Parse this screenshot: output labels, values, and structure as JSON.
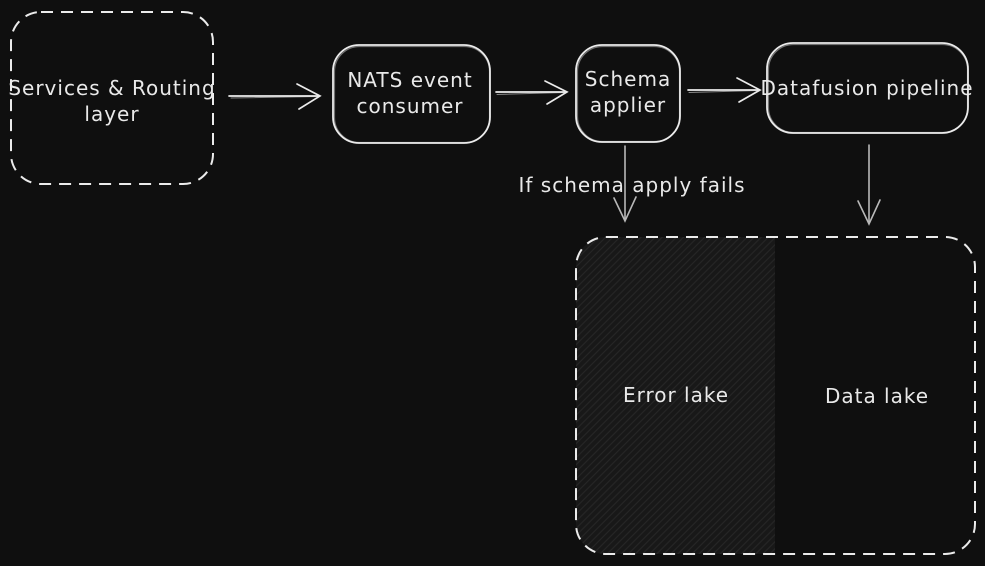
{
  "colors": {
    "background": "#0f0f0f",
    "stroke": "#ebebeb",
    "arrow": "#b8b8b8",
    "text": "#e9e9e9",
    "hatch_fill": "#181818",
    "hatch_line": "#262626"
  },
  "nodes": {
    "services_routing": {
      "line1": "Services & Routing",
      "line2": "layer"
    },
    "nats_consumer": {
      "line1": "NATS event",
      "line2": "consumer"
    },
    "schema_applier": {
      "line1": "Schema",
      "line2": "applier"
    },
    "datafusion_pipeline": {
      "label": "Datafusion pipeline"
    },
    "error_lake": {
      "label": "Error lake"
    },
    "data_lake": {
      "label": "Data lake"
    }
  },
  "annotations": {
    "schema_fail": "If schema apply fails"
  }
}
